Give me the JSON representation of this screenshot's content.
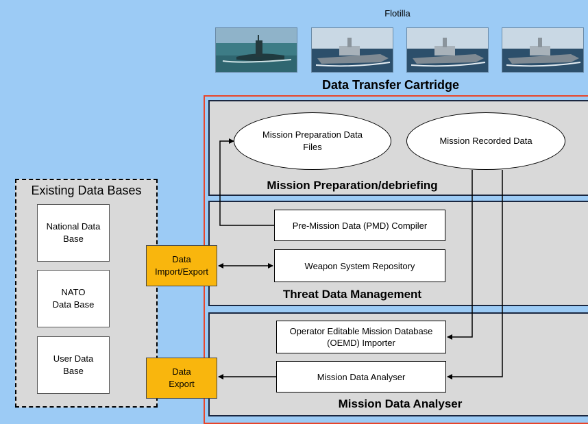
{
  "flotilla": {
    "label": "Flotilla"
  },
  "cartridge": {
    "title": "Data Transfer Cartridge"
  },
  "mission_prep": {
    "title": "Mission Preparation/debriefing",
    "prep_files": "Mission Preparation Data Files",
    "recorded_data": "Mission Recorded Data"
  },
  "threat": {
    "title": "Threat Data Management",
    "pmd_compiler": "Pre-Mission Data (PMD) Compiler",
    "repository": "Weapon System Repository"
  },
  "analyser": {
    "title": "Mission Data Analyser",
    "oemd_importer": "Operator Editable Mission Database (OEMD) Importer",
    "mission_analyser": "Mission Data Analyser"
  },
  "existing": {
    "title": "Existing Data Bases",
    "national": "National Data Base",
    "nato": "NATO Data Base",
    "user": "User Data Base"
  },
  "import_export": "Data Import/Export",
  "export": "Data Export",
  "colors": {
    "background": "#9ccbf5",
    "panel": "#d9d9d9",
    "accent_orange": "#f9b60d",
    "frame_red": "#e8452a"
  }
}
